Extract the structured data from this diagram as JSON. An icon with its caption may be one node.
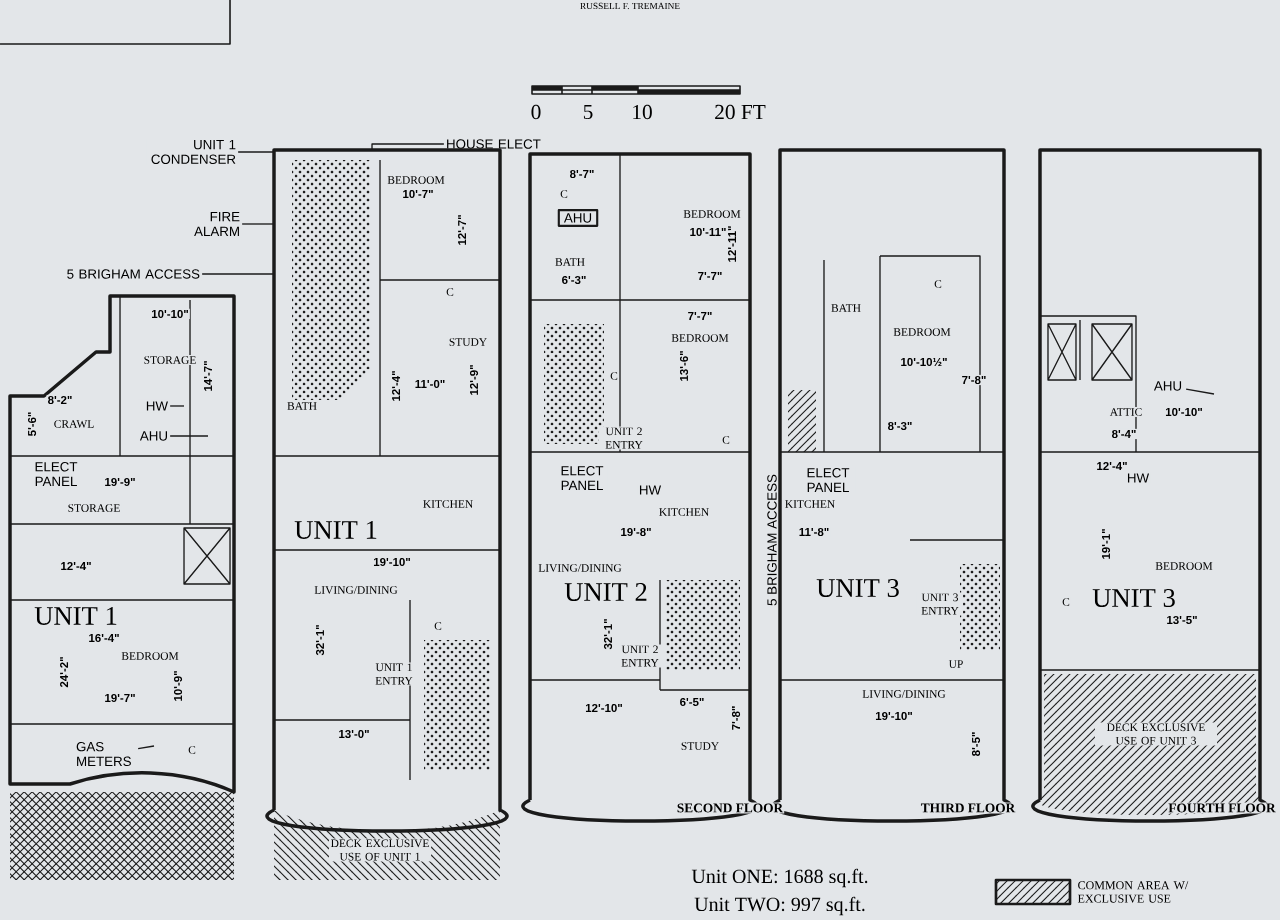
{
  "diagram": {
    "nodes": [
      {
        "text": [
          "UNIT 1 CONDENSER"
        ]
      },
      {
        "text": [
          "HOUSE ELECT"
        ]
      },
      {
        "text": [
          "FIRE ALARM"
        ]
      },
      {
        "text": [
          "5 BRIGHAM ACCESS"
        ]
      },
      {
        "text": [
          "HW"
        ]
      },
      {
        "text": [
          "AHU"
        ]
      },
      {
        "text": [
          "GAS METERS"
        ]
      },
      {
        "text": [
          "AHU"
        ]
      },
      {
        "text": [
          "AHU"
        ]
      },
      {
        "text": [],
        "shape": "picture"
      }
    ],
    "edges": [
      {
        "from": 0,
        "to": 9,
        "arrow": "none"
      },
      {
        "from": 1,
        "to": 9,
        "arrow": "none"
      },
      {
        "from": 2,
        "to": 9,
        "arrow": "none"
      },
      {
        "from": 3,
        "to": 9,
        "arrow": "none"
      },
      {
        "from": 4,
        "to": null,
        "arrow": "none"
      },
      {
        "from": 5,
        "to": null,
        "arrow": "none"
      },
      {
        "from": 6,
        "to": null,
        "arrow": "none"
      },
      {
        "from": 7,
        "to": null,
        "arrow": "none"
      }
    ],
    "labels": [
      "RUSSELL F. TREMAINE",
      "0",
      "5",
      "10",
      "20 FT",
      "10'-10\"",
      "STORAGE",
      "14'-7\"",
      "8'-2\"",
      "5'-6\"",
      "CRAWL",
      "ELECT PANEL",
      "19'-9\"",
      "STORAGE",
      "12'-4\"",
      "UNIT 1",
      "16'-4\"",
      "BEDROOM",
      "24'-2\"",
      "10'-9\"",
      "19'-7\"",
      "C",
      "BEDROOM",
      "10'-7\"",
      "12'-7\"",
      "C",
      "STUDY",
      "12'-4\"",
      "11'-0\"",
      "12'-9\"",
      "BATH",
      "KITCHEN",
      "UNIT 1",
      "19'-10\"",
      "32'-1\"",
      "LIVING/DINING",
      "C",
      "UNIT 1 ENTRY",
      "13'-0\"",
      "DECK EXCLUSIVE USE OF UNIT 1",
      "8'-7\"",
      "C",
      "BEDROOM",
      "10'-11\"",
      "12'-11\"",
      "BATH",
      "6'-3\"",
      "7'-7\"",
      "7'-7\"",
      "BEDROOM",
      "13'-6\"",
      "C",
      "UNIT 2 ENTRY",
      "C",
      "ELECT PANEL",
      "HW",
      "KITCHEN",
      "19'-8\"",
      "LIVING/DINING",
      "UNIT 2",
      "32'-1\"",
      "UNIT 2 ENTRY",
      "12'-10\"",
      "6'-5\"",
      "STUDY",
      "7'-8\"",
      "SECOND FLOOR",
      "C",
      "BATH",
      "BEDROOM",
      "10'-10½\"",
      "7'-8\"",
      "8'-3\"",
      "ELECT PANEL",
      "KITCHEN",
      "11'-8\"",
      "UNIT 3",
      "UNIT 3 ENTRY",
      "UP",
      "LIVING/DINING",
      "19'-10\"",
      "8'-5\"",
      "THIRD FLOOR",
      "ATTIC",
      "10'-10\"",
      "8'-4\"",
      "12'-4\"",
      "HW",
      "19'-1\"",
      "BEDROOM",
      "UNIT 3",
      "C",
      "13'-5\"",
      "DECK EXCLUSIVE USE OF UNIT 3",
      "FOURTH FLOOR",
      "Unit ONE: 1688 sq.ft.",
      "Unit TWO: 997 sq.ft.",
      "5 BRIGHAM ACCESS"
    ],
    "legend": [
      {
        "text": "COMMON AREA W/ EXCLUSIVE USE"
      }
    ]
  }
}
